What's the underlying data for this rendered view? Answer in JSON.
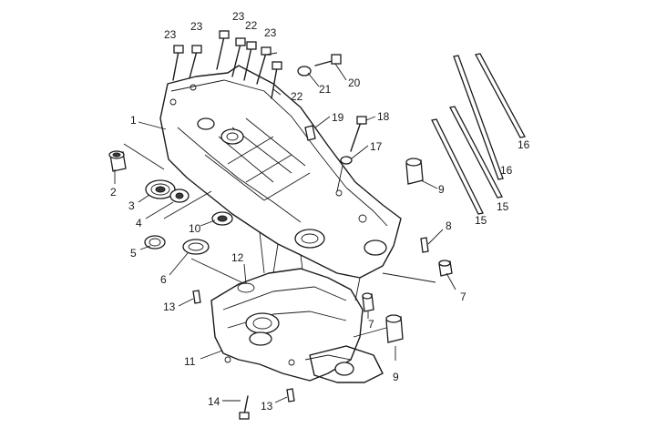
{
  "callouts": [
    {
      "id": "c1",
      "text": "1"
    },
    {
      "id": "c2",
      "text": "2"
    },
    {
      "id": "c3",
      "text": "3"
    },
    {
      "id": "c4",
      "text": "4"
    },
    {
      "id": "c5",
      "text": "5"
    },
    {
      "id": "c6",
      "text": "6"
    },
    {
      "id": "c7a",
      "text": "7"
    },
    {
      "id": "c7b",
      "text": "7"
    },
    {
      "id": "c8",
      "text": "8"
    },
    {
      "id": "c9a",
      "text": "9"
    },
    {
      "id": "c9b",
      "text": "9"
    },
    {
      "id": "c10",
      "text": "10"
    },
    {
      "id": "c11",
      "text": "11"
    },
    {
      "id": "c12",
      "text": "12"
    },
    {
      "id": "c13a",
      "text": "13"
    },
    {
      "id": "c13b",
      "text": "13"
    },
    {
      "id": "c14",
      "text": "14"
    },
    {
      "id": "c15a",
      "text": "15"
    },
    {
      "id": "c15b",
      "text": "15"
    },
    {
      "id": "c16a",
      "text": "16"
    },
    {
      "id": "c16b",
      "text": "16"
    },
    {
      "id": "c17",
      "text": "17"
    },
    {
      "id": "c18",
      "text": "18"
    },
    {
      "id": "c19",
      "text": "19"
    },
    {
      "id": "c20",
      "text": "20"
    },
    {
      "id": "c21",
      "text": "21"
    },
    {
      "id": "c22a",
      "text": "22"
    },
    {
      "id": "c22b",
      "text": "22"
    },
    {
      "id": "c23a",
      "text": "23"
    },
    {
      "id": "c23b",
      "text": "23"
    },
    {
      "id": "c23c",
      "text": "23"
    },
    {
      "id": "c23d",
      "text": "23"
    }
  ]
}
